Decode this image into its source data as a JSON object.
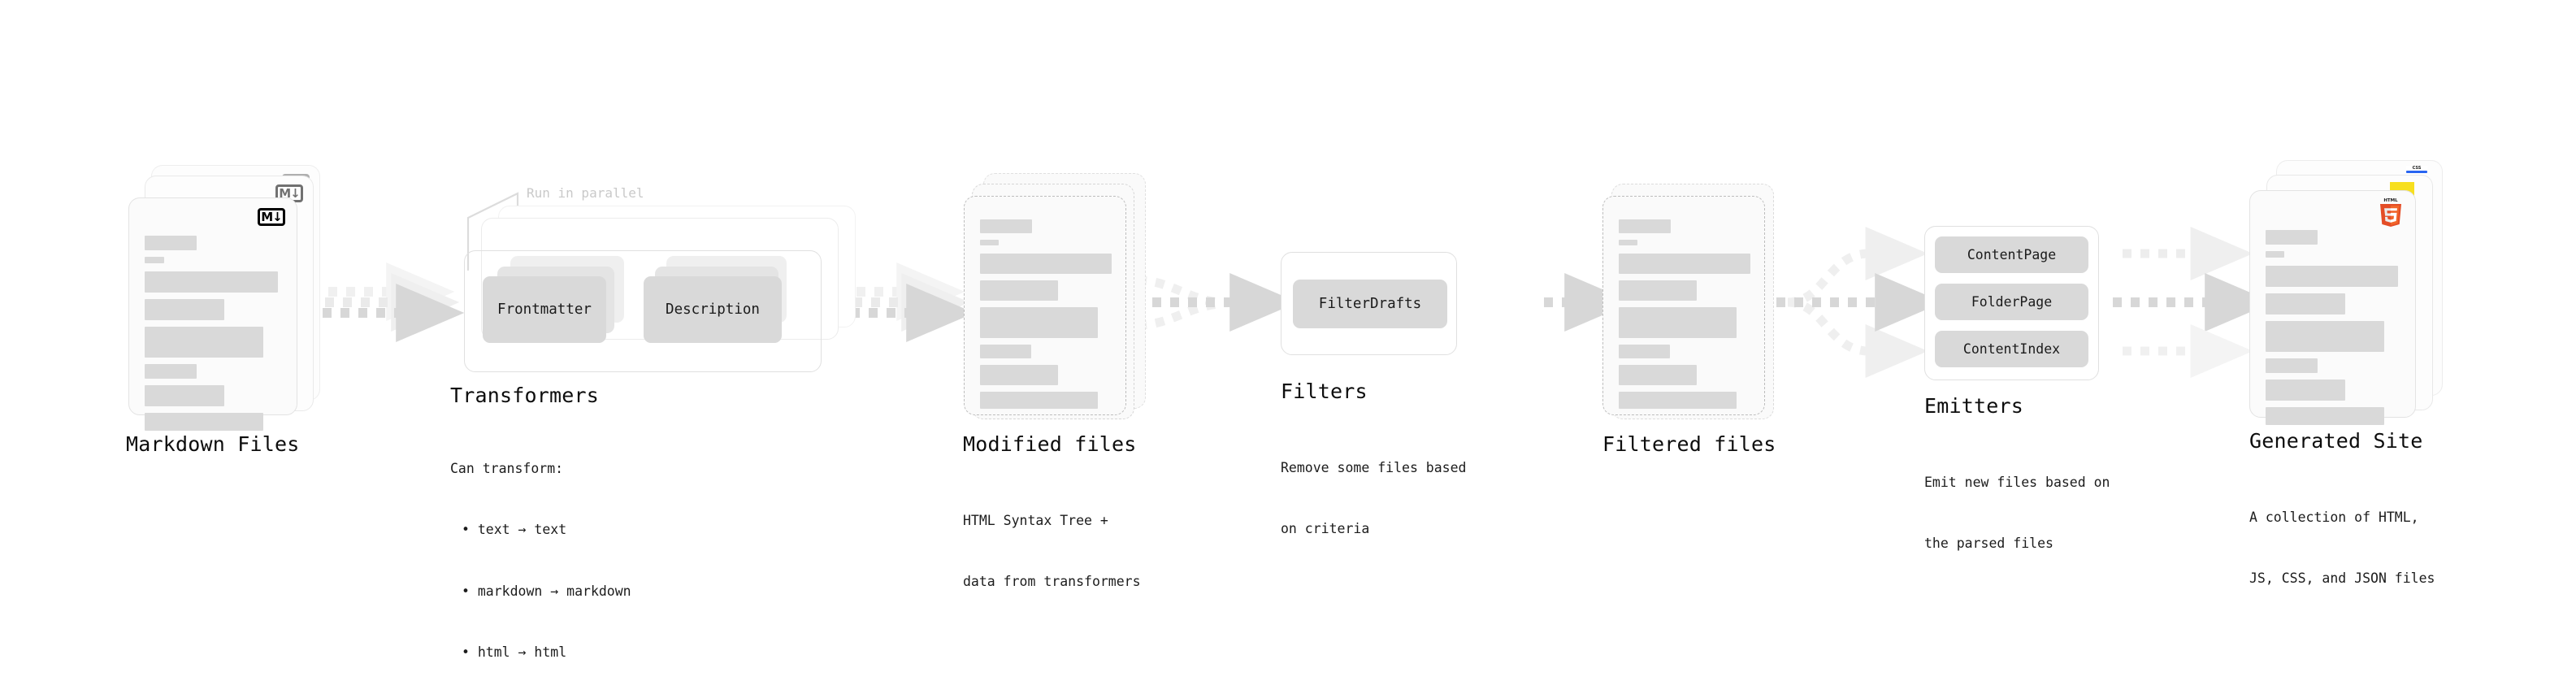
{
  "diagram": {
    "title": "Quartz content processing pipeline",
    "colors": {
      "background": "#ffffff",
      "card_fill": "#fbfbfb",
      "card_border": "#e3e3e3",
      "dashed_border": "#bdbdbd",
      "bar_fill": "#d9d9d9",
      "pill_fill": "#d9d9d9",
      "arrow_fill": "#d9d9d9",
      "arrow_faded": "#ededed",
      "text": "#0d0d0d",
      "muted_text": "#c9c9c9",
      "html5_orange": "#e44d26",
      "html5_orange_light": "#f16529",
      "css3_blue": "#2965f1",
      "js_yellow": "#f7df1e"
    }
  },
  "stages": [
    {
      "id": "markdown-files",
      "title": "Markdown Files",
      "caption": "",
      "badge_icon": "markdown-icon",
      "badge_glyph": "M↓",
      "card_style": "solid",
      "stack_count": 3
    },
    {
      "id": "transformers",
      "title": "Transformers",
      "caption": "Can transform:\n • text → text\n • markdown → markdown\n • html → html",
      "annotation": "Run in parallel",
      "stack_count": 3,
      "nodes": [
        "Frontmatter",
        "Description"
      ]
    },
    {
      "id": "modified-files",
      "title": "Modified files",
      "caption": "HTML Syntax Tree +\ndata from transformers",
      "card_style": "dashed",
      "stack_count": 3
    },
    {
      "id": "filters",
      "title": "Filters",
      "caption": "Remove some files based\non criteria",
      "nodes": [
        "FilterDrafts"
      ]
    },
    {
      "id": "filtered-files",
      "title": "Filtered files",
      "caption": "",
      "card_style": "dashed",
      "stack_count": 2
    },
    {
      "id": "emitters",
      "title": "Emitters",
      "caption": "Emit new files based on\nthe parsed files",
      "nodes": [
        "ContentPage",
        "FolderPage",
        "ContentIndex"
      ]
    },
    {
      "id": "generated-site",
      "title": "Generated Site",
      "caption": "A collection of HTML,\nJS, CSS, and JSON files",
      "card_style": "solid",
      "stack_count": 3,
      "badges": [
        "html5-icon",
        "js-icon",
        "css3-icon"
      ],
      "badge_labels": [
        "HTML",
        "5",
        "CSS"
      ]
    }
  ],
  "caption_lines": {
    "transformers": [
      "Can transform:",
      "• text → text",
      "• markdown → markdown",
      "• html → html"
    ],
    "modified_files": [
      "HTML Syntax Tree +",
      "data from transformers"
    ],
    "filters": [
      "Remove some files based",
      "on criteria"
    ],
    "emitters": [
      "Emit new files based on",
      "the parsed files"
    ],
    "generated_site": [
      "A collection of HTML,",
      "JS, CSS, and JSON files"
    ]
  },
  "annotations": {
    "run_in_parallel": "Run in parallel"
  }
}
